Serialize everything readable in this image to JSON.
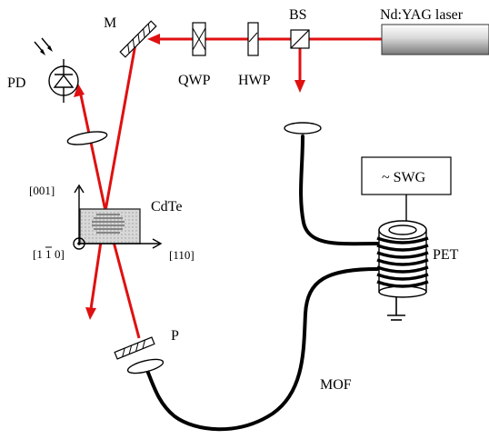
{
  "labels": {
    "laser": "Nd:YAG laser",
    "bs": "BS",
    "hwp": "HWP",
    "qwp": "QWP",
    "mirror": "M",
    "pd": "PD",
    "sample": "CdTe",
    "axis_up": "[001]",
    "axis_right": "[110]",
    "axis_out_left": "[1",
    "axis_out_bar": "1",
    "axis_out_right": "0]",
    "swg": "~ SWG",
    "pet": "PET",
    "polarizer": "P",
    "fiber": "MOF"
  },
  "colors": {
    "beam": "#e01010",
    "fiber": "#000000",
    "sample_fill": "#cfcfcf"
  }
}
